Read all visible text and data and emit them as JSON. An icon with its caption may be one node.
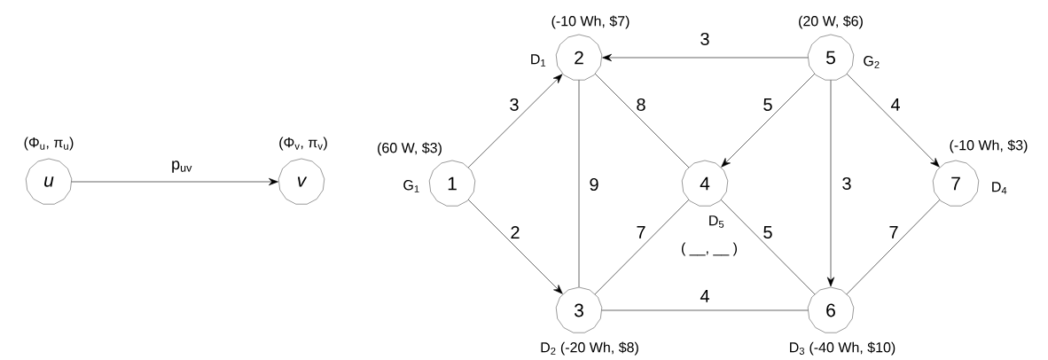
{
  "diagram": {
    "nodes": [
      {
        "text": [
          "u"
        ],
        "beside": [
          "(Φ$_{u}$, π$_{u}$)"
        ]
      },
      {
        "text": [
          "v"
        ],
        "beside": [
          "(Φ$_{v}$, π$_{v}$)"
        ]
      },
      {
        "text": [
          "1"
        ],
        "beside": [
          "(60 W, $3)",
          "G$_{1}$"
        ]
      },
      {
        "text": [
          "2"
        ],
        "beside": [
          "(-10 Wh, $7)",
          "D$_{1}$"
        ]
      },
      {
        "text": [
          "3"
        ],
        "beside": [
          "D$_{2}$ (-20 Wh, $8)"
        ]
      },
      {
        "text": [
          "4"
        ],
        "beside": [
          "D$_{5}$",
          "( __, __ )"
        ]
      },
      {
        "text": [
          "5"
        ],
        "beside": [
          "(20 W, $6)",
          "G$_{2}$"
        ]
      },
      {
        "text": [
          "6"
        ],
        "beside": [
          "D$_{3}$ (-40 Wh, $10)"
        ]
      },
      {
        "text": [
          "7"
        ],
        "beside": [
          "(-10 Wh, $3)",
          "D$_{4}$"
        ]
      }
    ],
    "edges": [
      {
        "from": 0,
        "to": 1,
        "arrow": "to",
        "label": "p$_{uv}$"
      },
      {
        "from": 2,
        "to": 3,
        "arrow": "to",
        "label": "3"
      },
      {
        "from": 2,
        "to": 4,
        "arrow": "to",
        "label": "2"
      },
      {
        "from": 6,
        "to": 3,
        "arrow": "to",
        "label": "3"
      },
      {
        "from": 3,
        "to": 4,
        "arrow": "none",
        "label": "9"
      },
      {
        "from": 3,
        "to": 5,
        "arrow": "none",
        "label": "8"
      },
      {
        "from": 6,
        "to": 5,
        "arrow": "to",
        "label": "5"
      },
      {
        "from": 6,
        "to": 7,
        "arrow": "to",
        "label": "3"
      },
      {
        "from": 6,
        "to": 8,
        "arrow": "to",
        "label": "4"
      },
      {
        "from": 4,
        "to": 5,
        "arrow": "none",
        "label": "7"
      },
      {
        "from": 5,
        "to": 7,
        "arrow": "none",
        "label": "5"
      },
      {
        "from": 4,
        "to": 7,
        "arrow": "none",
        "label": "4"
      },
      {
        "from": 8,
        "to": 7,
        "arrow": "none",
        "label": "7"
      }
    ]
  }
}
